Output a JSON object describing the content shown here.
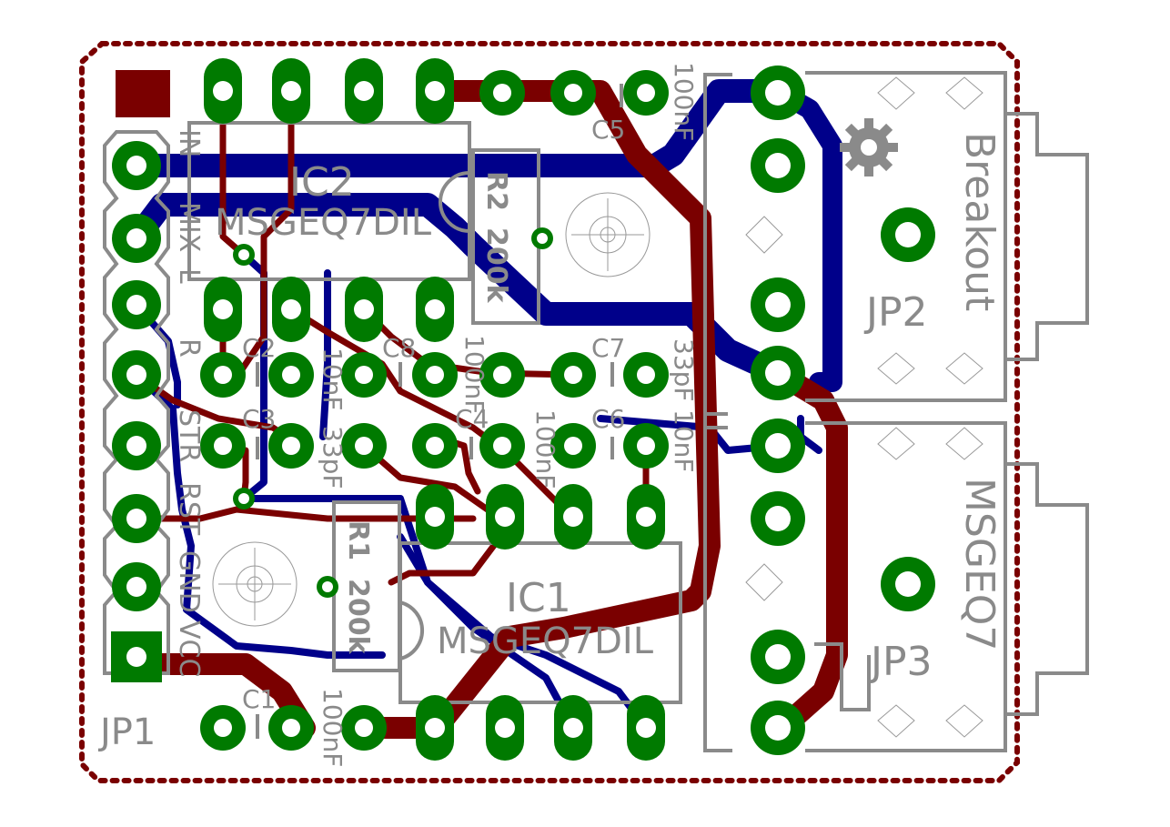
{
  "colors": {
    "background": "#ffffff",
    "bottom_copper": "#7a0000",
    "top_copper": "#00008a",
    "pad": "#007a00",
    "silkscreen": "#8a8a8a",
    "outline": "#7a0000"
  },
  "board": {
    "name": "Breakout",
    "name_alt": "MSGEQ7",
    "logo": "gear-logo"
  },
  "connectors": {
    "jp1": {
      "ref": "JP1",
      "pins": [
        "VCC",
        "GND",
        "RST",
        "STR",
        "R",
        "L",
        "MIX",
        "IN"
      ]
    },
    "jp2": {
      "ref": "JP2"
    },
    "jp3": {
      "ref": "JP3"
    }
  },
  "ics": {
    "ic1": {
      "ref": "IC1",
      "value": "MSGEQ7DIL"
    },
    "ic2": {
      "ref": "IC2",
      "value": "MSGEQ7DIL"
    }
  },
  "resistors": {
    "r1": {
      "ref": "R1",
      "value": "200k"
    },
    "r2": {
      "ref": "R2",
      "value": "200k"
    }
  },
  "capacitors": {
    "c1": {
      "ref": "C1",
      "value": "100nF"
    },
    "c2": {
      "ref": "C2",
      "value": "10nF"
    },
    "c3": {
      "ref": "C3",
      "value": "33pF"
    },
    "c4": {
      "ref": "C4",
      "value": "100nF"
    },
    "c5": {
      "ref": "C5",
      "value": "100nF"
    },
    "c6": {
      "ref": "C6",
      "value": "10nF"
    },
    "c7": {
      "ref": "C7",
      "value": "33pF"
    },
    "c8": {
      "ref": "C8",
      "value": "100nF"
    }
  }
}
